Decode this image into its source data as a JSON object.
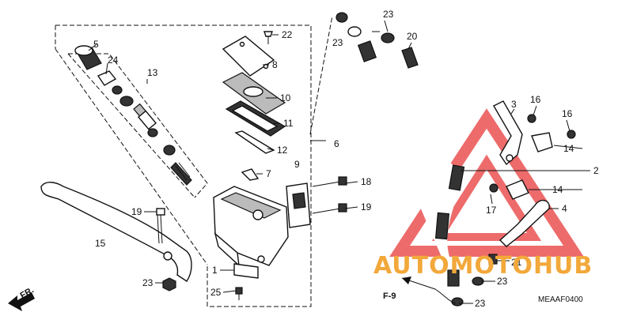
{
  "diagram": {
    "callouts": [
      {
        "id": "c1",
        "text": "1"
      },
      {
        "id": "c2",
        "text": "2"
      },
      {
        "id": "c3",
        "text": "3"
      },
      {
        "id": "c4",
        "text": "4"
      },
      {
        "id": "c5",
        "text": "5"
      },
      {
        "id": "c6",
        "text": "6"
      },
      {
        "id": "c7",
        "text": "7"
      },
      {
        "id": "c8",
        "text": "8"
      },
      {
        "id": "c9",
        "text": "9"
      },
      {
        "id": "c10",
        "text": "10"
      },
      {
        "id": "c11",
        "text": "11"
      },
      {
        "id": "c12",
        "text": "12"
      },
      {
        "id": "c13",
        "text": "13"
      },
      {
        "id": "c14a",
        "text": "14"
      },
      {
        "id": "c14b",
        "text": "14"
      },
      {
        "id": "c15",
        "text": "15"
      },
      {
        "id": "c16a",
        "text": "16"
      },
      {
        "id": "c16b",
        "text": "16"
      },
      {
        "id": "c17",
        "text": "17"
      },
      {
        "id": "c18a",
        "text": "18"
      },
      {
        "id": "c18b",
        "text": "18"
      },
      {
        "id": "c19",
        "text": "19"
      },
      {
        "id": "c20a",
        "text": "20"
      },
      {
        "id": "c20b",
        "text": "20"
      },
      {
        "id": "c21",
        "text": "21"
      },
      {
        "id": "c22",
        "text": "22"
      },
      {
        "id": "c23a",
        "text": "23"
      },
      {
        "id": "c23b",
        "text": "23"
      },
      {
        "id": "c23c",
        "text": "23"
      },
      {
        "id": "c23d",
        "text": "23"
      },
      {
        "id": "c24",
        "text": "24"
      },
      {
        "id": "c25",
        "text": "25"
      }
    ],
    "section_ref": "F-9",
    "diagram_code": "MEAAF0400",
    "direction_label": "FR.",
    "watermark": {
      "text": "AUTOMOTOHUB",
      "color_triangle": "#e83a3a",
      "color_text_a": "#f2a83a",
      "color_text_b": "#9a9a9a"
    }
  }
}
